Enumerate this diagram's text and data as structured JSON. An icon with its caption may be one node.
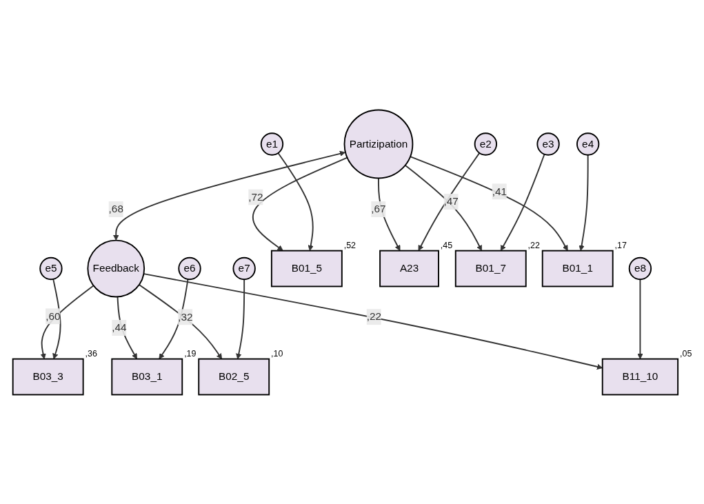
{
  "diagram": {
    "nodes": [
      {
        "text": [
          "e1"
        ]
      },
      {
        "text": [
          "e2"
        ]
      },
      {
        "text": [
          "e3"
        ]
      },
      {
        "text": [
          "e4"
        ]
      },
      {
        "text": [
          "e5"
        ]
      },
      {
        "text": [
          "e6"
        ]
      },
      {
        "text": [
          "e7"
        ]
      },
      {
        "text": [
          "e8"
        ]
      },
      {
        "text": [
          "B01_5"
        ],
        "beside": [
          ",52"
        ]
      },
      {
        "text": [
          "A23"
        ],
        "beside": [
          ",45"
        ]
      },
      {
        "text": [
          "B01_7"
        ],
        "beside": [
          ",22"
        ]
      },
      {
        "text": [
          "B01_1"
        ],
        "beside": [
          ",17"
        ]
      },
      {
        "text": [
          "B03_3"
        ],
        "beside": [
          ",36"
        ]
      },
      {
        "text": [
          "B03_1"
        ],
        "beside": [
          ",19"
        ]
      },
      {
        "text": [
          "B02_5"
        ],
        "beside": [
          ",10"
        ]
      },
      {
        "text": [
          "B11_10"
        ],
        "beside": [
          ",05"
        ]
      },
      {
        "text": [
          "Partizipation"
        ]
      },
      {
        "text": [
          "Feedback"
        ]
      }
    ],
    "edges": [
      {
        "from": 0,
        "to": 8,
        "arrow": "to"
      },
      {
        "from": 1,
        "to": 9,
        "arrow": "to"
      },
      {
        "from": 2,
        "to": 10,
        "arrow": "to"
      },
      {
        "from": 3,
        "to": 11,
        "arrow": "to"
      },
      {
        "from": 4,
        "to": 12,
        "arrow": "to"
      },
      {
        "from": 5,
        "to": 13,
        "arrow": "to"
      },
      {
        "from": 6,
        "to": 14,
        "arrow": "to"
      },
      {
        "from": 7,
        "to": 15,
        "arrow": "to"
      },
      {
        "from": 16,
        "to": 8,
        "arrow": "to",
        "label": ",72"
      },
      {
        "from": 16,
        "to": 9,
        "arrow": "to",
        "label": ",67"
      },
      {
        "from": 16,
        "to": 10,
        "arrow": "to",
        "label": ",47"
      },
      {
        "from": 16,
        "to": 11,
        "arrow": "to",
        "label": ",41"
      },
      {
        "from": 17,
        "to": 12,
        "arrow": "to",
        "label": ",60"
      },
      {
        "from": 17,
        "to": 13,
        "arrow": "to",
        "label": ",44"
      },
      {
        "from": 17,
        "to": 14,
        "arrow": "to",
        "label": ",32"
      },
      {
        "from": 17,
        "to": 15,
        "arrow": "to",
        "label": ",22"
      },
      {
        "from": 16,
        "to": 17,
        "arrow": "both",
        "label": ",68"
      }
    ]
  }
}
